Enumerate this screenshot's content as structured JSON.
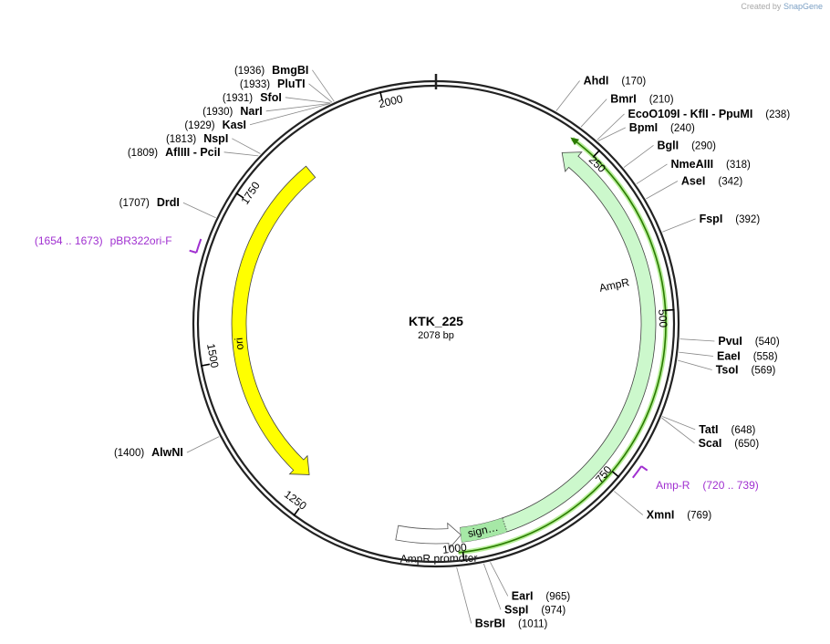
{
  "credit": {
    "prefix": "Created by",
    "brand": "SnapGene"
  },
  "plasmid": {
    "name": "KTK_225",
    "length_label": "2078 bp",
    "length": 2078
  },
  "ticks": [
    {
      "pos": 250,
      "label": "250"
    },
    {
      "pos": 500,
      "label": "500"
    },
    {
      "pos": 750,
      "label": "750"
    },
    {
      "pos": 1000,
      "label": "1000"
    },
    {
      "pos": 1250,
      "label": "1250"
    },
    {
      "pos": 1500,
      "label": "1500"
    },
    {
      "pos": 1750,
      "label": "1750"
    },
    {
      "pos": 2000,
      "label": "2000"
    }
  ],
  "sites": [
    {
      "name": "BmgBI",
      "pos": "(1936)",
      "bp": 1936
    },
    {
      "name": "PluTI",
      "pos": "(1933)",
      "bp": 1933
    },
    {
      "name": "SfoI",
      "pos": "(1931)",
      "bp": 1931
    },
    {
      "name": "NarI",
      "pos": "(1930)",
      "bp": 1930
    },
    {
      "name": "KasI",
      "pos": "(1929)",
      "bp": 1929
    },
    {
      "name": "NspI",
      "pos": "(1813)",
      "bp": 1813
    },
    {
      "name": "AflIII  - PciI",
      "pos": "(1809)",
      "bp": 1809
    },
    {
      "name": "DrdI",
      "pos": "(1707)",
      "bp": 1707
    },
    {
      "name": "AlwNI",
      "pos": "(1400)",
      "bp": 1400
    },
    {
      "name": "BsrBI",
      "pos": "(1011)",
      "bp": 1011
    },
    {
      "name": "SspI",
      "pos": "(974)",
      "bp": 974
    },
    {
      "name": "EarI",
      "pos": "(965)",
      "bp": 965
    },
    {
      "name": "XmnI",
      "pos": "(769)",
      "bp": 769
    },
    {
      "name": "ScaI",
      "pos": "(650)",
      "bp": 650
    },
    {
      "name": "TatI",
      "pos": "(648)",
      "bp": 648
    },
    {
      "name": "TsoI",
      "pos": "(569)",
      "bp": 569
    },
    {
      "name": "EaeI",
      "pos": "(558)",
      "bp": 558
    },
    {
      "name": "PvuI",
      "pos": "(540)",
      "bp": 540
    },
    {
      "name": "FspI",
      "pos": "(392)",
      "bp": 392
    },
    {
      "name": "AseI",
      "pos": "(342)",
      "bp": 342
    },
    {
      "name": "NmeAIII",
      "pos": "(318)",
      "bp": 318
    },
    {
      "name": "BglI",
      "pos": "(290)",
      "bp": 290
    },
    {
      "name": "BpmI",
      "pos": "(240)",
      "bp": 240
    },
    {
      "name": "EcoO109I  - KflI  - PpuMI",
      "pos": "(238)",
      "bp": 238
    },
    {
      "name": "BmrI",
      "pos": "(210)",
      "bp": 210
    },
    {
      "name": "AhdI",
      "pos": "(170)",
      "bp": 170
    }
  ],
  "primers": [
    {
      "name": "pBR322ori-F",
      "range": "(1654 .. 1673)",
      "start": 1654,
      "end": 1673,
      "color": "#a030d0"
    },
    {
      "name": "Amp-R",
      "range": "(720 .. 739)",
      "start": 720,
      "end": 739,
      "color": "#a030d0"
    }
  ],
  "features": [
    {
      "name": "ori",
      "type": "rep_origin",
      "start": 1270,
      "end": 1850,
      "direction": "reverse",
      "color": "#ffff00"
    },
    {
      "name": "AmpR",
      "type": "CDS",
      "start": 210,
      "end": 1000,
      "direction": "reverse",
      "color": "#ccf8cc"
    },
    {
      "name": "sign…",
      "type": "signal",
      "start": 930,
      "end": 1000,
      "color": "#ccf8cc"
    },
    {
      "name": "AmpR promoter",
      "type": "promoter",
      "start": 1000,
      "end": 1100,
      "direction": "reverse",
      "color": "#ffffff"
    }
  ],
  "colors": {
    "backbone": "#222222",
    "primer": "#a030d0",
    "ori": "#ffff00",
    "ampr": "#ccf8cc",
    "ampr_line": "#2a7a00"
  }
}
